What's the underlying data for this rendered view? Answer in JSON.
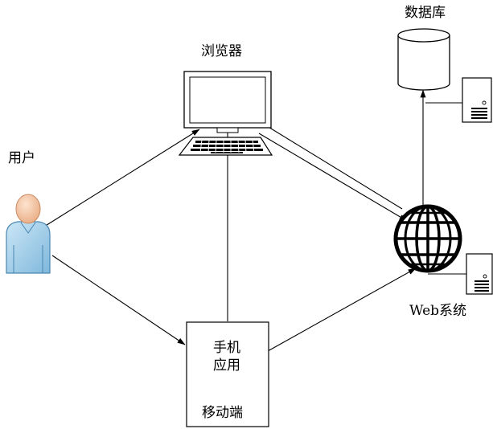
{
  "labels": {
    "user": "用户",
    "browser": "浏览器",
    "database": "数据库",
    "web_system": "Web系统",
    "mobile_app": "手机应用",
    "mobile_end": "移动端"
  },
  "colors": {
    "line": "#000000",
    "user_body": "#a8d3ec",
    "user_head": "#f2c7a6",
    "user_outline": "#4a86b0"
  },
  "icons": [
    "user-icon",
    "computer-icon",
    "database-icon",
    "globe-icon",
    "server-icon"
  ]
}
